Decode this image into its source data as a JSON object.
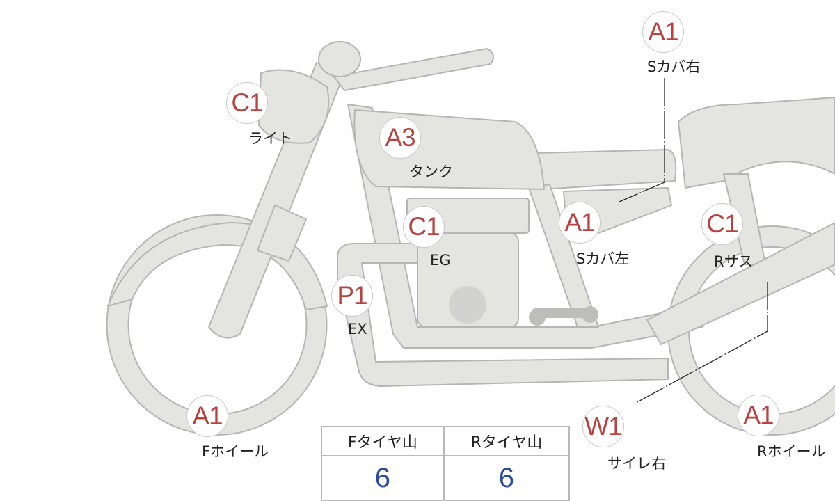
{
  "markers": [
    {
      "code": "A1",
      "label": "Sカバ右"
    },
    {
      "code": "C1",
      "label": "ライト"
    },
    {
      "code": "A3",
      "label": "タンク"
    },
    {
      "code": "C1",
      "label": "EG"
    },
    {
      "code": "A1",
      "label": "Sカバ左"
    },
    {
      "code": "C1",
      "label": "Rサス"
    },
    {
      "code": "P1",
      "label": "EX"
    },
    {
      "code": "A1",
      "label": "Fホイール"
    },
    {
      "code": "W1",
      "label": "サイレ右"
    },
    {
      "code": "A1",
      "label": "Rホイール"
    }
  ],
  "tire_table": {
    "headers": [
      "Fタイヤ山",
      "Rタイヤ山"
    ],
    "values": [
      "6",
      "6"
    ]
  },
  "colors": {
    "marker_text": "#b8423f",
    "value_text": "#2b4d9a",
    "body_fill": "#e4e4e1",
    "outline": "#b5b5b5"
  }
}
